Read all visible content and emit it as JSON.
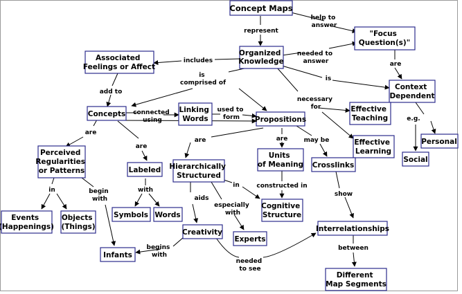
{
  "concepts": {
    "concept_maps": "Concept Maps",
    "focus_question_1": "\"Focus",
    "focus_question_2": "Question(s)\"",
    "organized_knowledge_1": "Organized",
    "organized_knowledge_2": "Knowledge",
    "associated_feelings_1": "Associated",
    "associated_feelings_2": "Feelings or Affect",
    "context_dependent_1": "Context",
    "context_dependent_2": "Dependent",
    "concepts": "Concepts",
    "linking_words_1": "Linking",
    "linking_words_2": "Words",
    "propositions": "Propositions",
    "effective_teaching_1": "Effective",
    "effective_teaching_2": "Teaching",
    "effective_learning_1": "Effective",
    "effective_learning_2": "Learning",
    "personal": "Personal",
    "social": "Social",
    "perceived_regularities_1": "Perceived",
    "perceived_regularities_2": "Regularities",
    "perceived_regularities_3": "or Patterns",
    "labeled": "Labeled",
    "hierarchically_structured_1": "Hierarchically",
    "hierarchically_structured_2": "Structured",
    "units_of_meaning_1": "Units",
    "units_of_meaning_2": "of Meaning",
    "crosslinks": "Crosslinks",
    "events_1": "Events",
    "events_2": "(Happenings)",
    "objects_1": "Objects",
    "objects_2": "(Things)",
    "symbols": "Symbols",
    "words": "Words",
    "cognitive_structure_1": "Cognitive",
    "cognitive_structure_2": "Structure",
    "creativity": "Creativity",
    "experts": "Experts",
    "interrelationships": "Interrelationships",
    "infants": "Infants",
    "different_map_segments_1": "Different",
    "different_map_segments_2": "Map Segments"
  },
  "links": {
    "represent": "represent",
    "help_to_answer_1": "help to",
    "help_to_answer_2": "answer",
    "includes": "includes",
    "needed_to_answer_1": "needed to",
    "needed_to_answer_2": "answer",
    "are_context": "are",
    "is_context": "is",
    "is_comprised_of_1": "is",
    "is_comprised_of_2": "comprised of",
    "add_to": "add to",
    "necessary_for_1": "necessary",
    "necessary_for_2": "for",
    "connected_using_1": "connected",
    "connected_using_2": "using",
    "used_to_form_1": "used to",
    "used_to_form_2": "form",
    "eg": "e.g.",
    "are_perceived": "are",
    "are_labeled": "are",
    "are_hierarchical": "are",
    "are_units": "are",
    "may_be": "may be",
    "in_events": "in",
    "begin_with_1": "begin",
    "begin_with_2": "with",
    "with": "with",
    "in_cognitive": "in",
    "constructed_in": "constructed in",
    "show": "show",
    "aids": "aids",
    "especially_with_1": "especially",
    "especially_with_2": "with",
    "begins_with_1": "begins",
    "begins_with_2": "with",
    "needed_to_see_1": "needed",
    "needed_to_see_2": "to see",
    "between": "between"
  }
}
